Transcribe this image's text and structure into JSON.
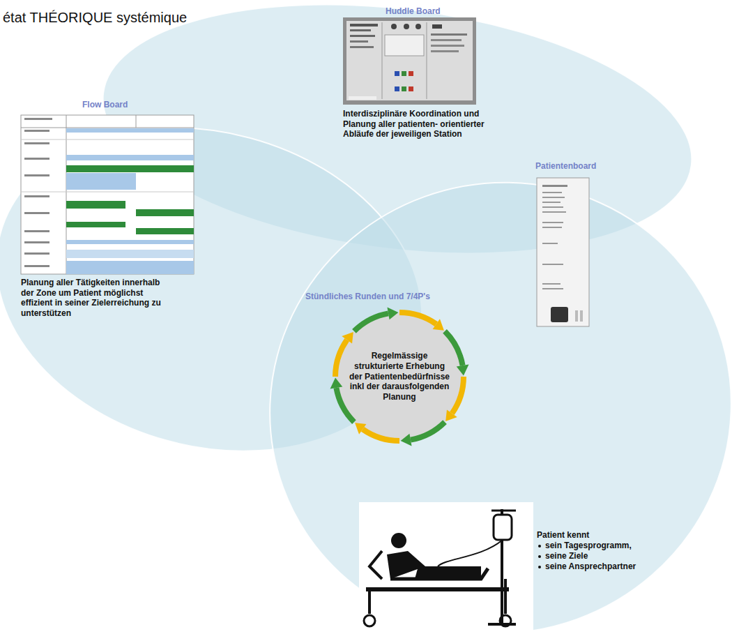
{
  "diagram": {
    "nodes": [
      {
        "text": [
          "Huddle Board",
          "Interdisziplinäre Koordination und Planung aller patienten- orientierter Abläufe der jeweiligen Station"
        ]
      },
      {
        "text": [
          "Flow Board",
          "Planung aller Tätigkeiten innerhalb der Zone um Patient möglichst effizient in seiner Zielerreichung zu unterstützen"
        ]
      },
      {
        "text": [
          "Stündliches Runden und 7/4P's",
          "Regelmässige strukturierte Erhebung der Patientenbedürfnisse inkl der darausfolgenden Planung"
        ]
      },
      {
        "text": [
          "Patientenboard",
          "Patient kennt",
          "sein Tagesprogramm,",
          "seine Ziele",
          "seine Ansprechpartner"
        ]
      }
    ],
    "labels": [
      "état THÉORIQUE systémique"
    ]
  }
}
